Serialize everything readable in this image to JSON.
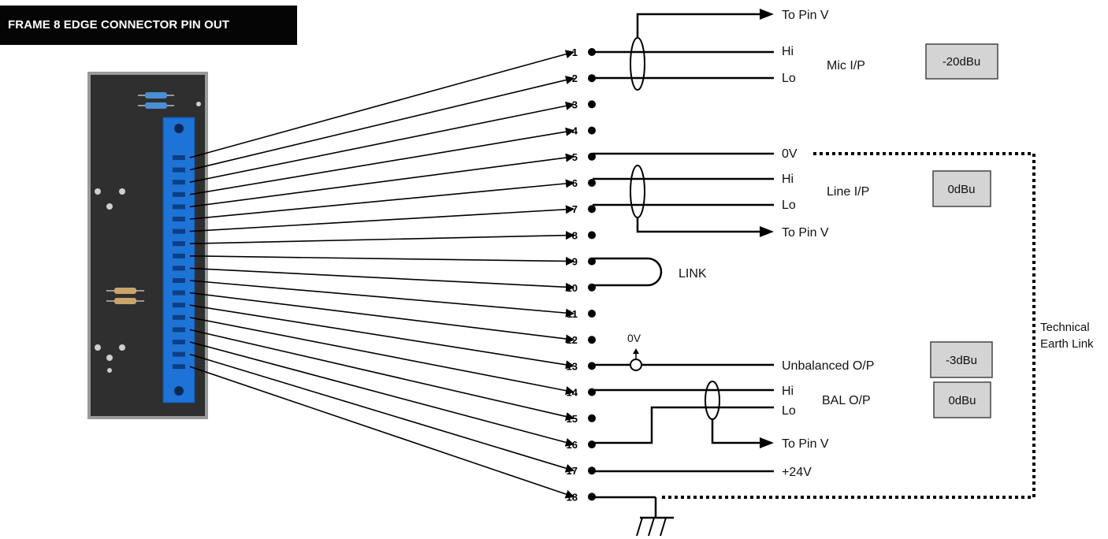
{
  "title": "FRAME 8 EDGE CONNECTOR PIN OUT",
  "pins": [
    "1",
    "2",
    "3",
    "4",
    "5",
    "6",
    "7",
    "8",
    "9",
    "10",
    "11",
    "12",
    "13",
    "14",
    "15",
    "16",
    "17",
    "18"
  ],
  "signals": {
    "to_pin_v": "To Pin V",
    "hi": "Hi",
    "lo": "Lo",
    "zero_v": "0V",
    "link": "LINK",
    "unbalanced_op": "Unbalanced O/P",
    "plus_24v": "+24V"
  },
  "groups": {
    "mic": "Mic I/P",
    "line": "Line I/P",
    "bal": "BAL O/P"
  },
  "levels": {
    "mic": "-20dBu",
    "line": "0dBu",
    "unbal": "-3dBu",
    "bal": "0dBu"
  },
  "earth_link": [
    "Technical",
    "Earth Link"
  ],
  "colors": {
    "connector_blue": "#1e73d6",
    "board": "#2f2f2f",
    "level_box": "#d4d4d4"
  }
}
